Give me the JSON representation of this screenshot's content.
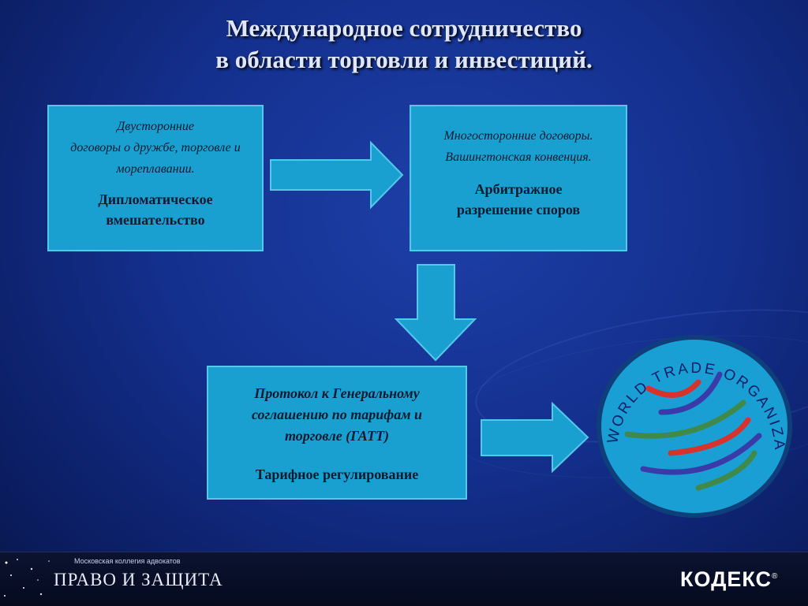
{
  "title": {
    "line1": "Международное сотрудничество",
    "line2": "в области торговли и инвестиций."
  },
  "boxes": [
    {
      "italic": [
        "Двусторонние",
        "договоры о дружбе, торговле и",
        "мореплавании."
      ],
      "bold": [
        "Дипломатическое",
        "вмешательство"
      ]
    },
    {
      "italic": [
        "Многосторонние договоры.",
        "Вашингтонская конвенция."
      ],
      "bold": [
        "Арбитражное",
        "разрешение споров"
      ]
    },
    {
      "italic": [
        "Протокол к Генеральному",
        "соглашению по тарифам и",
        "торговле (ГАТТ)"
      ],
      "bold": [
        "Тарифное регулирование"
      ]
    }
  ],
  "wto_logo": {
    "text": "WORLD TRADE ORGANIZATION",
    "colors": {
      "circle": "#1a9fd4",
      "ring": "#0f3f7a",
      "red": "#d8322c",
      "blue": "#3a3aa8",
      "green": "#3f8a4a",
      "text": "#0a1f6a"
    }
  },
  "footer": {
    "small_text": "Московская коллегия адвокатов",
    "brand": "ПРАВО И ЗАЩИТА",
    "logo": "КОДЕКС",
    "registered": "®"
  },
  "colors": {
    "box_fill": "#1aa0d0",
    "box_border": "#55c8ea",
    "arrow_fill": "#1aa0d0",
    "title_text": "#dfe6ff"
  },
  "icons": [
    "arrow-right-icon",
    "arrow-down-icon",
    "wto-logo-icon",
    "kodeks-logo-icon"
  ]
}
